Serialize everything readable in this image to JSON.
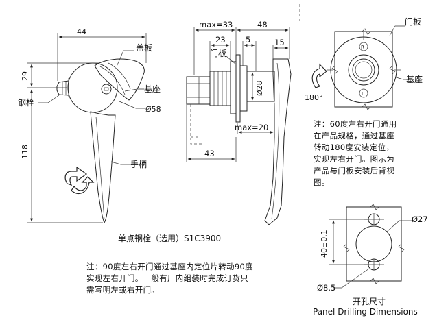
{
  "labels": {
    "cover_plate": "盖板",
    "base": "基座",
    "steel_bolt": "钢栓",
    "handle": "手柄",
    "door_panel": "门板",
    "base_right": "基座",
    "door_panel_right": "门板",
    "bolt_caption": "单点钢栓（选用）S1C3900",
    "drill_cn": "开孔尺寸",
    "drill_en": "Panel Drilling Dimensions"
  },
  "dimensions": {
    "d44": "44",
    "d29": "29",
    "d118": "118",
    "dia58": "Ø58",
    "max33": "max=33",
    "d48": "48",
    "d23": "23",
    "d5": "5",
    "d15": "15",
    "dia28": "Ø28",
    "max20": "max=20",
    "d43": "43",
    "angle180": "180°",
    "dia27": "Ø27",
    "d40": "40±0.1",
    "dia85": "Ø8.5"
  },
  "marks": {
    "r": "R",
    "l": "L"
  },
  "notes": {
    "right": [
      "注：60度左右开门通用",
      "在产品规格，通过基座",
      "转动180度安装定位，",
      "实现左右开门。图示为",
      "产品与门板安装后背视",
      "图。"
    ],
    "bottom": [
      "注：90度左右开门通过基座内定位片转动90度",
      "实现左右开门。一般有厂内组装时完成订货只",
      "需写明左或右开门。"
    ]
  }
}
